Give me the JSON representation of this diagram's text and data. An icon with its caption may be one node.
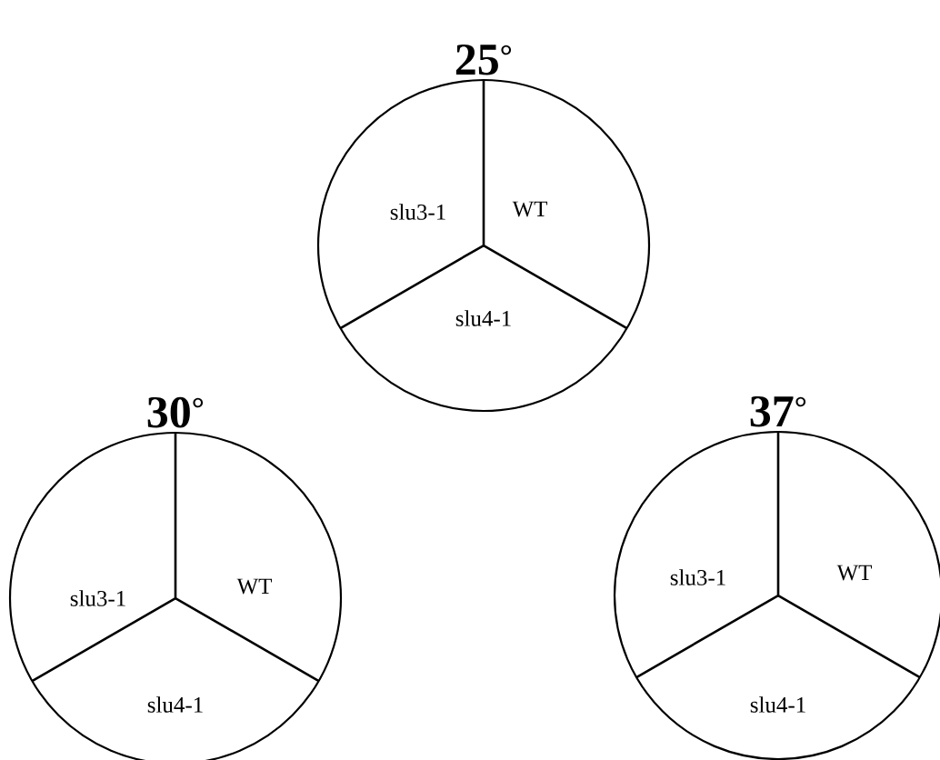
{
  "diagram": {
    "nodes": [
      {
        "text": [
          "25$^{°}$"
        ]
      },
      {
        "text": [
          "slu3-1"
        ],
        "in": 0
      },
      {
        "text": [
          "WT"
        ],
        "in": 0
      },
      {
        "text": [
          "slu4-1"
        ],
        "in": 0
      },
      {
        "text": [
          "30$^{°}$"
        ]
      },
      {
        "text": [
          "slu3-1"
        ],
        "in": 4
      },
      {
        "text": [
          "WT"
        ],
        "in": 4
      },
      {
        "text": [
          "slu4-1"
        ],
        "in": 4
      },
      {
        "text": [
          "37$^{°}$"
        ]
      },
      {
        "text": [
          "slu3-1"
        ],
        "in": 8
      },
      {
        "text": [
          "WT"
        ],
        "in": 8
      },
      {
        "text": [
          "slu4-1"
        ],
        "in": 8
      }
    ]
  }
}
